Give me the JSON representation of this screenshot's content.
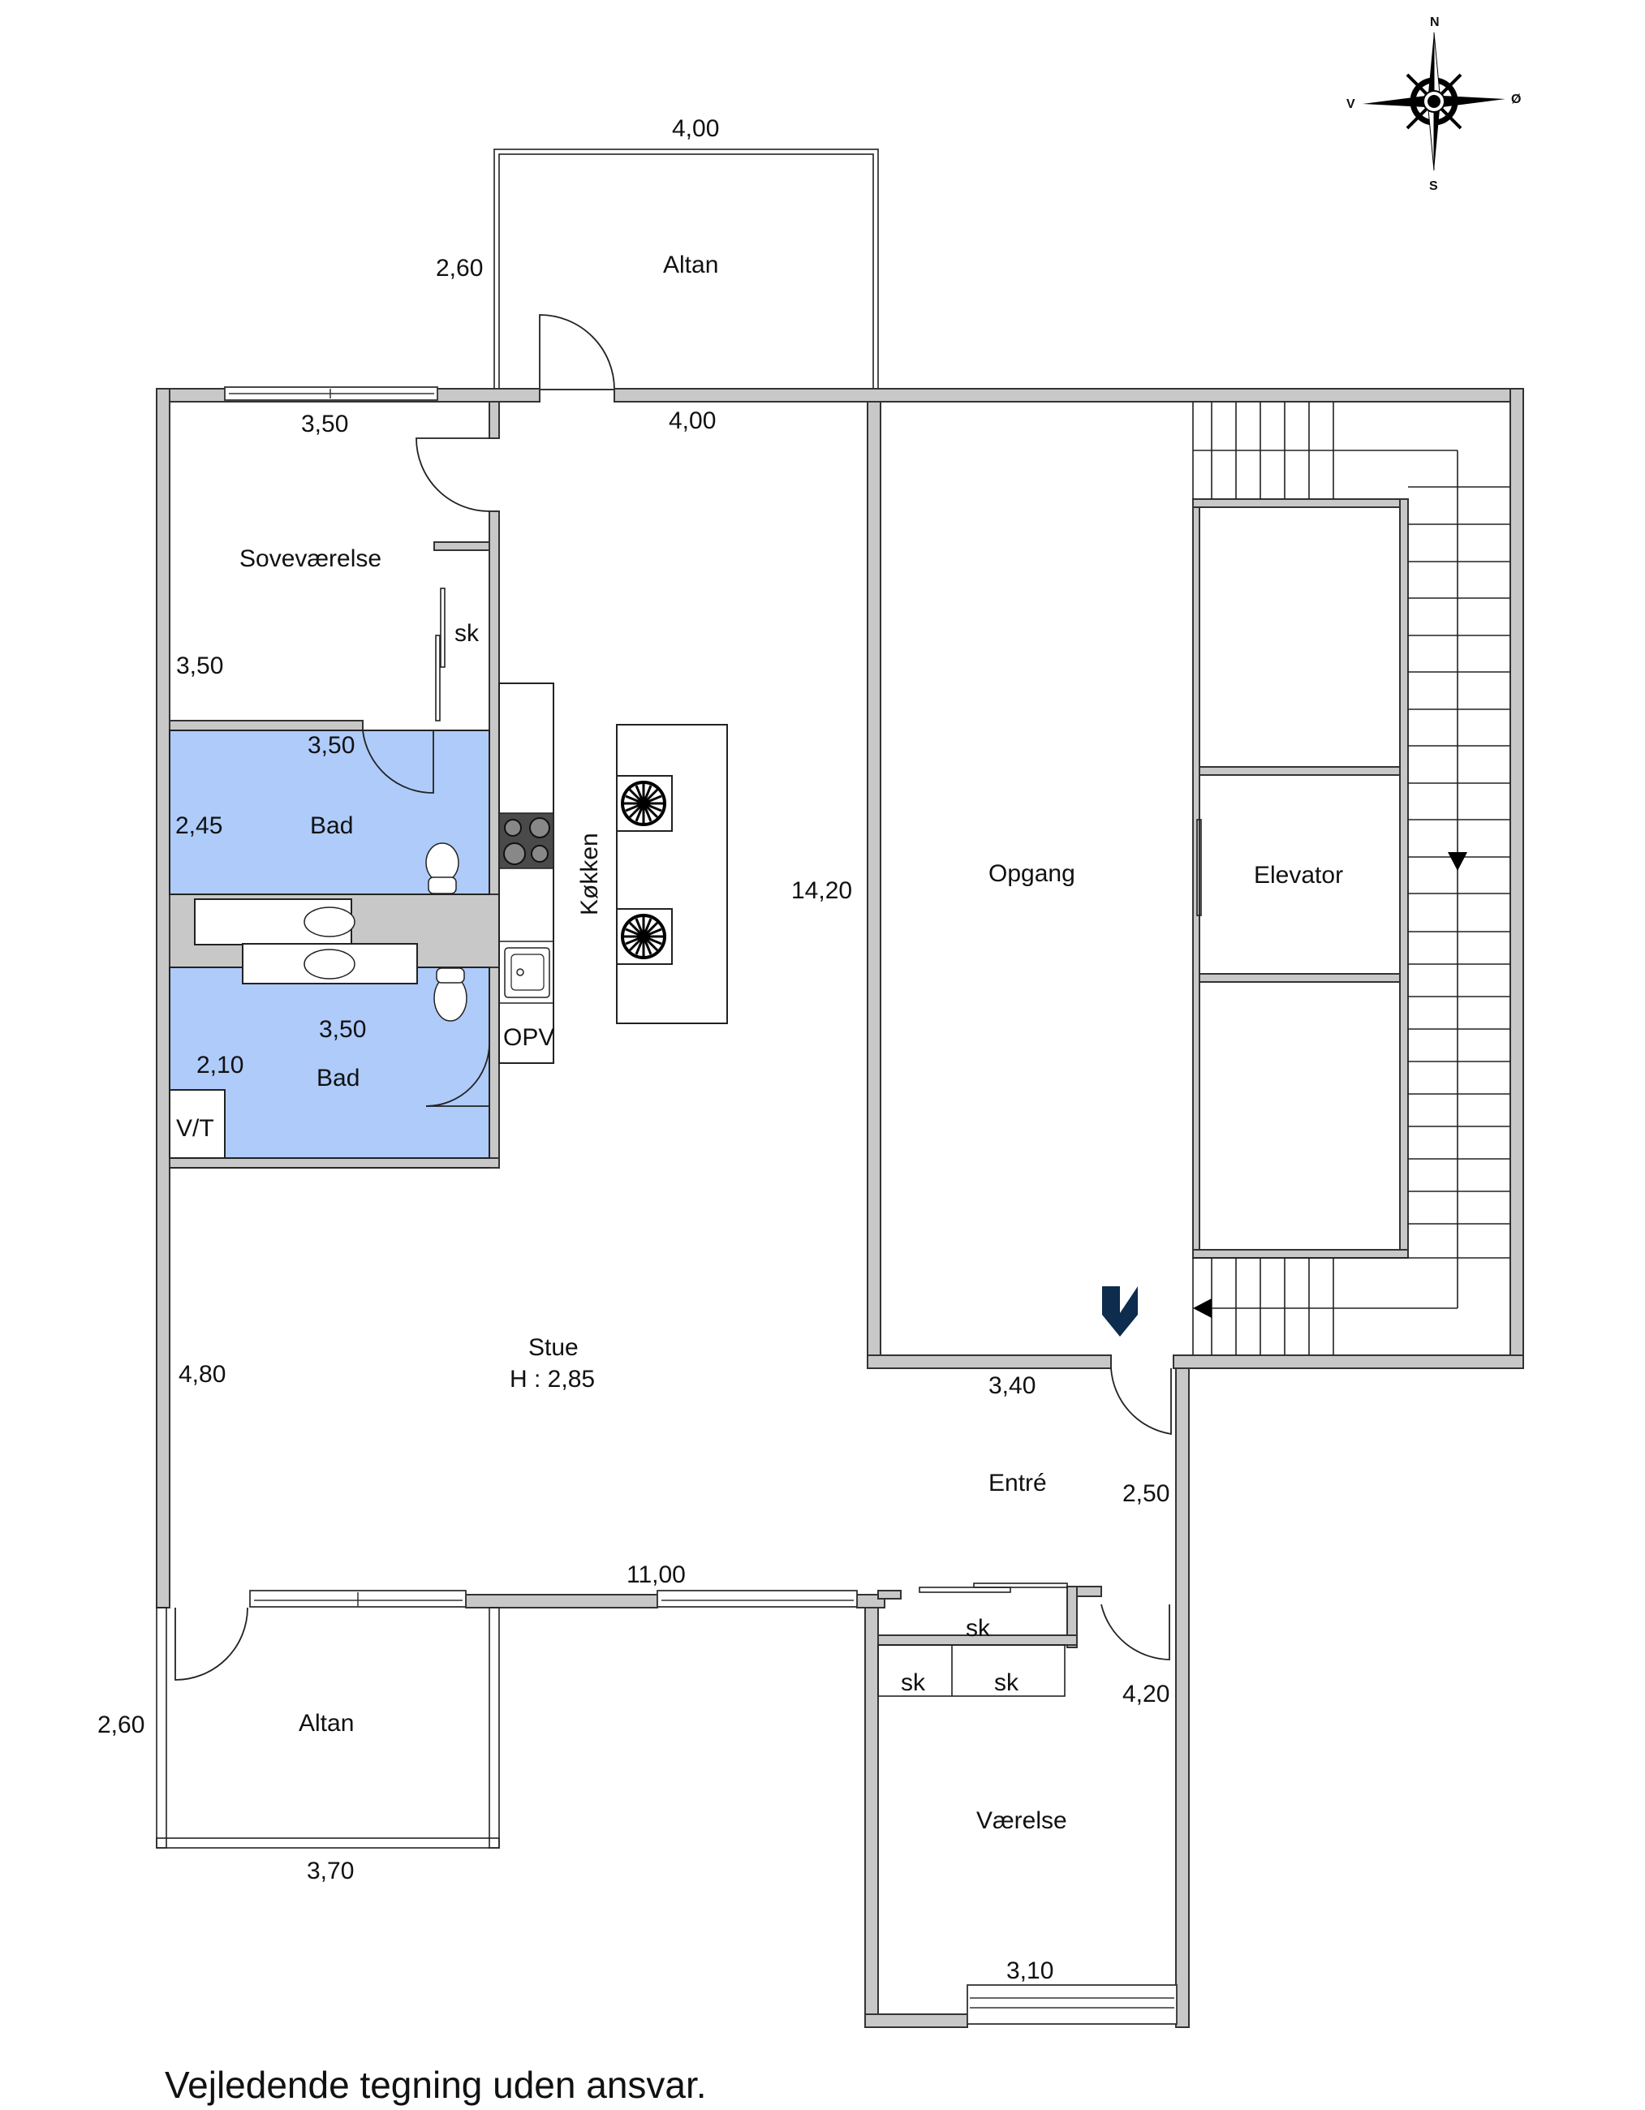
{
  "compass": {
    "north": "N",
    "south": "S",
    "west": "V",
    "east": "Ø"
  },
  "rooms": {
    "altan_top": {
      "label": "Altan",
      "width": "4,00",
      "depth": "2,60"
    },
    "sovevaerelse": {
      "label": "Soveværelse",
      "width": "3,50",
      "depth": "3,50",
      "closet": "sk"
    },
    "bad_1": {
      "label": "Bad",
      "width": "3,50",
      "depth": "2,45"
    },
    "bad_2": {
      "label": "Bad",
      "width": "3,50",
      "depth": "2,10",
      "utility": "V/T"
    },
    "koekken": {
      "label": "Køkken",
      "width": "4,00",
      "dishwasher": "OPV"
    },
    "stue": {
      "label": "Stue",
      "height": "H : 2,85",
      "length": "14,20",
      "depth": "4,80",
      "width": "11,00"
    },
    "opgang": {
      "label": "Opgang"
    },
    "elevator": {
      "label": "Elevator"
    },
    "entre": {
      "label": "Entré",
      "width": "3,40",
      "depth": "2,50",
      "closets": [
        "sk",
        "sk",
        "sk"
      ]
    },
    "vaerelse": {
      "label": "Værelse",
      "width": "3,10",
      "depth": "4,20"
    },
    "altan_bottom": {
      "label": "Altan",
      "width": "3,70",
      "depth": "2,60"
    }
  },
  "colors": {
    "wall": "#c8c8c8",
    "bathroom": "#aecbfa",
    "entrance_marker": "#0d2c4e"
  },
  "footer": {
    "disclaimer": "Vejledende tegning uden ansvar."
  }
}
